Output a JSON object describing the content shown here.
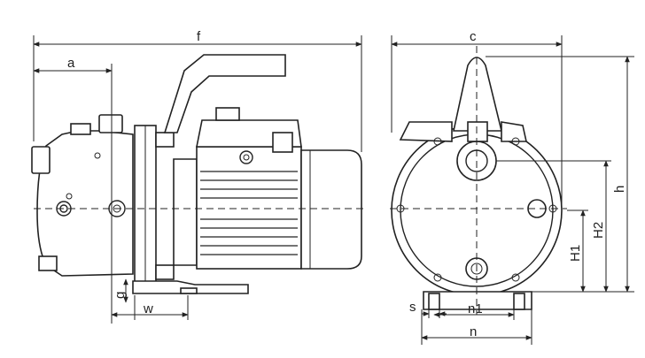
{
  "dimensions": {
    "f": "f",
    "a": "a",
    "c": "c",
    "h": "h",
    "H1": "H1",
    "H2": "H2",
    "g": "g",
    "w": "w",
    "s": "s",
    "n1": "n1",
    "n": "n"
  },
  "colors": {
    "line": "#222222",
    "background": "#ffffff"
  }
}
